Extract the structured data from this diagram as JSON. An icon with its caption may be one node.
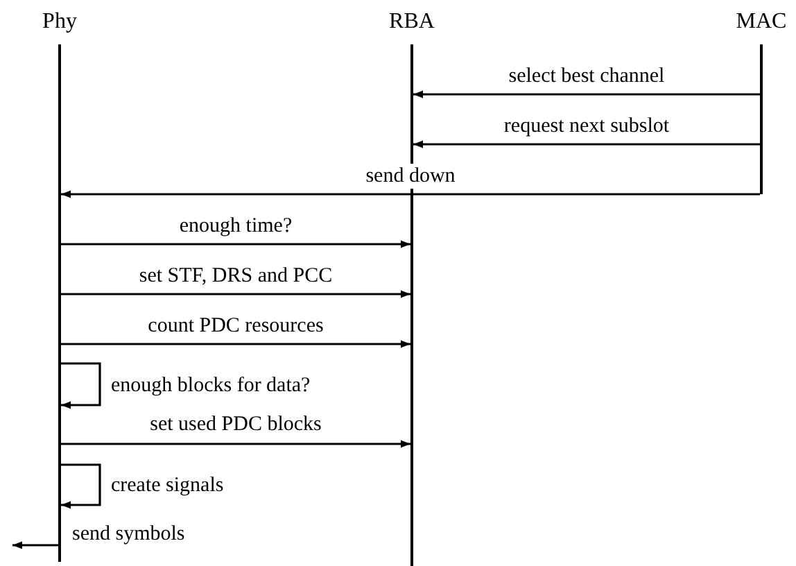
{
  "diagram": {
    "nodes": [
      {
        "text": [
          "Phy"
        ]
      },
      {
        "text": [
          "RBA"
        ]
      },
      {
        "text": [
          "MAC"
        ]
      }
    ],
    "edges": [
      {
        "from": 2,
        "to": 1,
        "arrow": "to",
        "label": "select best channel"
      },
      {
        "from": 2,
        "to": 1,
        "arrow": "to",
        "label": "request next subslot"
      },
      {
        "from": 2,
        "to": 0,
        "arrow": "to",
        "label": "send down"
      },
      {
        "from": 0,
        "to": 1,
        "arrow": "to",
        "label": "enough time?"
      },
      {
        "from": 0,
        "to": 1,
        "arrow": "to",
        "label": "set STF, DRS and PCC"
      },
      {
        "from": 0,
        "to": 1,
        "arrow": "to",
        "label": "count PDC resources"
      },
      {
        "from": 0,
        "to": 0,
        "arrow": "to",
        "label": "enough blocks for data?"
      },
      {
        "from": 0,
        "to": 1,
        "arrow": "to",
        "label": "set used PDC blocks"
      },
      {
        "from": 0,
        "to": 0,
        "arrow": "to",
        "label": "create signals"
      },
      {
        "from": 0,
        "to": null,
        "arrow": "to",
        "label": "send symbols"
      }
    ]
  }
}
